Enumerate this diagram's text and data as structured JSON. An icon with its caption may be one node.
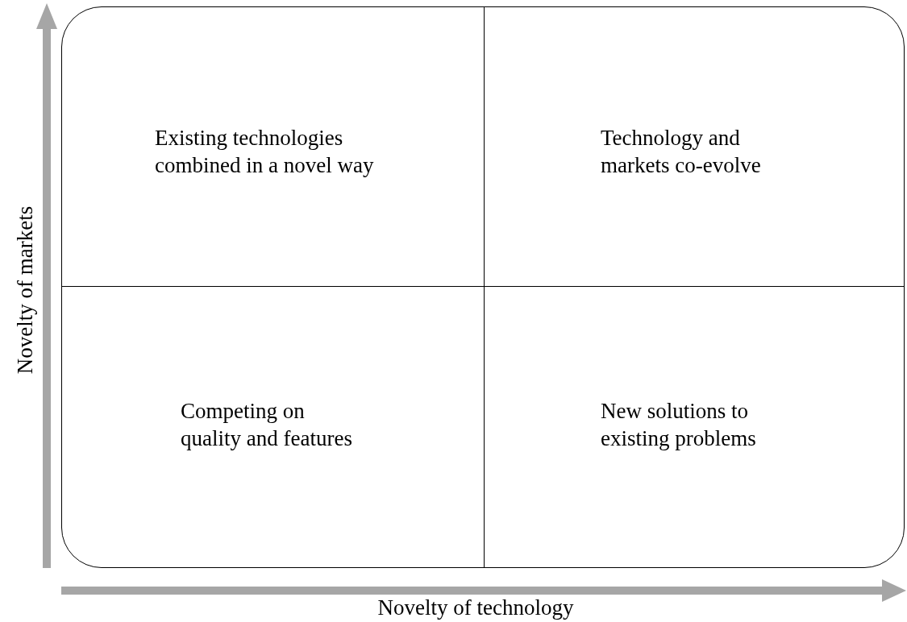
{
  "diagram": {
    "nodes": [
      {
        "text": [
          "Existing technologies combined in a novel way"
        ]
      },
      {
        "text": [
          "Technology and markets co-evolve"
        ]
      },
      {
        "text": [
          "Competing on quality and features"
        ]
      },
      {
        "text": [
          "New solutions to existing problems"
        ]
      }
    ],
    "edges": [],
    "labels": [
      "Novelty of markets",
      "Novelty of technology"
    ]
  }
}
